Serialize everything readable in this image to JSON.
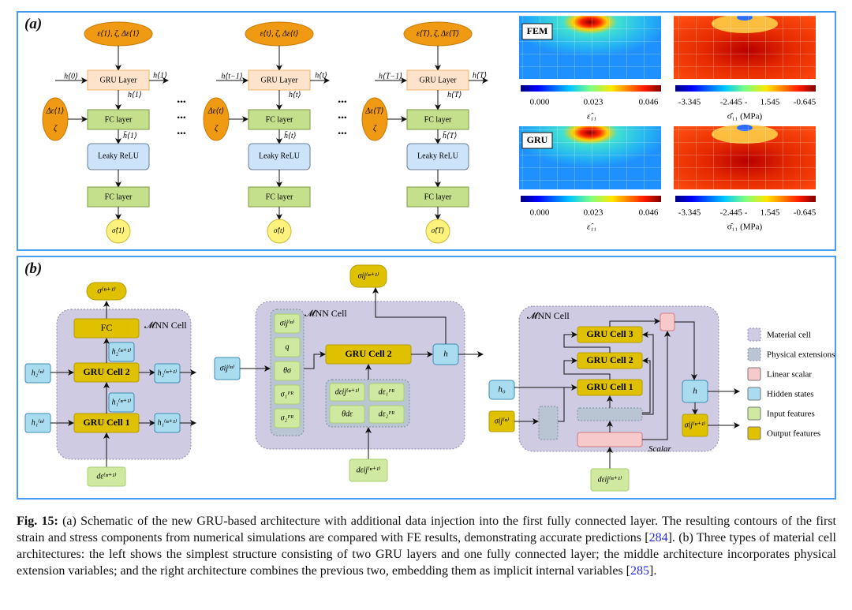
{
  "panel_a": {
    "label": "(a)",
    "columns": [
      {
        "input": "ε⟨1⟩, ζ, Δε⟨1⟩",
        "h_in": "h⟨0⟩",
        "h_out": "h⟨1⟩",
        "h_down": "h⟨1⟩",
        "side_top": "Δε⟨1⟩",
        "side_bot": "ζ",
        "h_bar": "h̄⟨1⟩",
        "output": "σ̂⟨1⟩"
      },
      {
        "input": "ε⟨t⟩, ζ, Δε⟨t⟩",
        "h_in": "h⟨t−1⟩",
        "h_out": "h⟨t⟩",
        "h_down": "h⟨t⟩",
        "side_top": "Δε⟨t⟩",
        "side_bot": "ζ",
        "h_bar": "h̄⟨t⟩",
        "output": "σ̂⟨t⟩"
      },
      {
        "input": "ε⟨T⟩, ζ, Δε⟨T⟩",
        "h_in": "h⟨T−1⟩",
        "h_out": "h⟨T⟩",
        "h_down": "h⟨T⟩",
        "side_top": "Δε⟨T⟩",
        "side_bot": "ζ",
        "h_bar": "h̄⟨T⟩",
        "output": "σ̂⟨T⟩"
      }
    ],
    "blocks": {
      "gru": "GRU Layer",
      "fc1": "FC layer",
      "relu": "Leaky ReLU",
      "fc2": "FC layer"
    },
    "ellipsis": "•••",
    "contours": {
      "rows": [
        {
          "tag": "FEM"
        },
        {
          "tag": "GRU"
        }
      ],
      "strain_ticks": [
        "0.000",
        "0.023",
        "0.046"
      ],
      "strain_label": "ε̂₁₁",
      "stress_ticks": [
        "-3.345",
        "-2.445 -",
        "1.545",
        "-0.645"
      ],
      "stress_label": "σ̂₁₁ (MPa)"
    }
  },
  "panel_b": {
    "label": "(b)",
    "left": {
      "output": "σ⁽ⁿ⁺¹⁾",
      "fc": "FC",
      "cell_title": "𝓜NN Cell",
      "gru2": "GRU Cell 2",
      "gru1": "GRU Cell 1",
      "h2_in": "h₂⁽ⁿ⁾",
      "h1_in": "h₁⁽ⁿ⁾",
      "h2_mid": "h₂⁽ⁿ⁺¹⁾",
      "h1_mid": "h₁⁽ⁿ⁺¹⁾",
      "h2_out": "h₂⁽ⁿ⁺¹⁾",
      "h1_out": "h₁⁽ⁿ⁺¹⁾",
      "input": "dε⁽ⁿ⁺¹⁾"
    },
    "middle": {
      "output": "σij⁽ⁿ⁺¹⁾",
      "cell_title": "𝓜NN Cell",
      "sigma_in": "σij⁽ⁿ⁾",
      "ext_col": [
        "σij⁽ⁿ⁾",
        "q",
        "θσ",
        "σ₁ᴾᴿ",
        "σ₂ᴾᴿ"
      ],
      "gru": "GRU Cell 2",
      "h": "h",
      "ext_grid": [
        "dεij⁽ⁿ⁺¹⁾",
        "dε₁ᴾᴿ",
        "θdε",
        "dε₂ᴾᴿ"
      ],
      "input": "dεij⁽ⁿ⁺¹⁾"
    },
    "right": {
      "cell_title": "𝓜NN Cell",
      "gru3": "GRU Cell 3",
      "gru2": "GRU Cell 2",
      "gru1": "GRU Cell 1",
      "h0": "h₀",
      "sigma_in": "σij⁽ⁿ⁾",
      "h": "h",
      "sigma_out": "σij⁽ⁿ⁺¹⁾",
      "scalar": "Scalar",
      "input": "dεij⁽ⁿ⁺¹⁾"
    },
    "legend": [
      {
        "label": "Material cell",
        "color": "#cfcbe3"
      },
      {
        "label": "Physical extensions",
        "color": "#b9c5d2"
      },
      {
        "label": "Linear scalar",
        "color": "#f6c9cb"
      },
      {
        "label": "Hidden states",
        "color": "#a9dcef"
      },
      {
        "label": "Input features",
        "color": "#cfe9a0"
      },
      {
        "label": "Output features",
        "color": "#dfc100"
      }
    ]
  },
  "caption": {
    "fig_label": "Fig. 15:",
    "text_1": " (a) Schematic of the new GRU-based architecture with additional data injection into the first fully connected layer. The resulting contours of the first strain and stress components from numerical simulations are compared with FE results, demonstrating accurate predictions [",
    "cite_1": "284",
    "text_2": "]. (b) Three types of material cell architectures: the left shows the simplest structure consisting of two GRU layers and one fully connected layer; the middle architecture incorporates physical extension variables; and the right architecture combines the previous two, embedding them as implicit internal variables [",
    "cite_2": "285",
    "text_3": "]."
  }
}
